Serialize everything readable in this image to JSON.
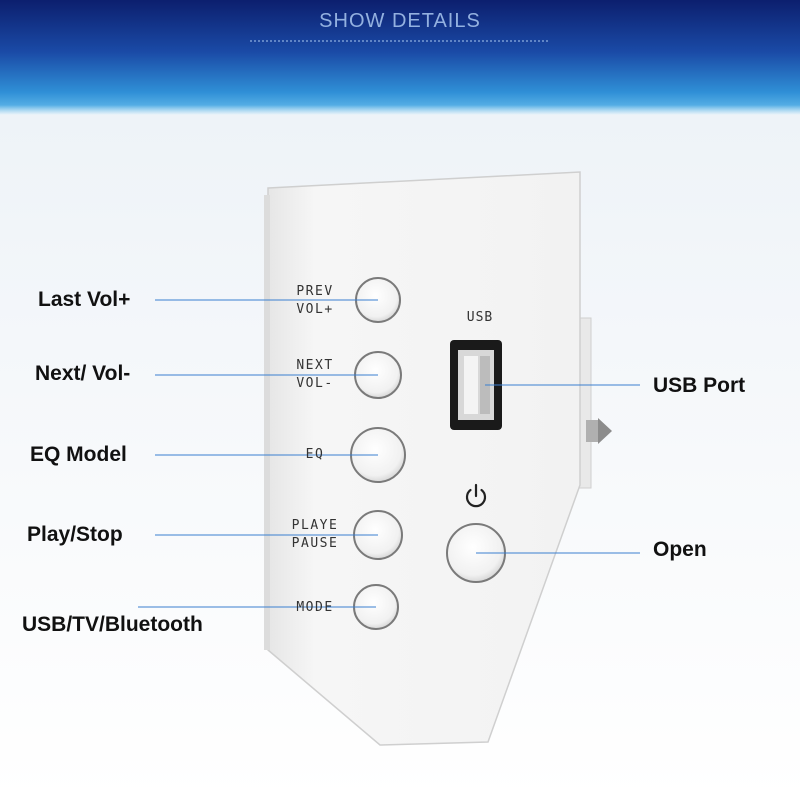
{
  "banner": {
    "title": "SHOW DETAILS"
  },
  "buttons": [
    {
      "label_line1": "PREV",
      "label_line2": "VOL+"
    },
    {
      "label_line1": "NEXT",
      "label_line2": "VOL-"
    },
    {
      "label_line1": "EQ",
      "label_line2": ""
    },
    {
      "label_line1": "PLAYE",
      "label_line2": "PAUSE"
    },
    {
      "label_line1": "MODE",
      "label_line2": ""
    }
  ],
  "usb": {
    "label": "USB"
  },
  "callouts": {
    "left": [
      "Last Vol+",
      "Next/ Vol-",
      "EQ Model",
      "Play/Stop",
      "USB/TV/Bluetooth"
    ],
    "right": [
      "USB Port",
      "Open"
    ]
  },
  "colors": {
    "banner_dark": "#0c1f6e",
    "banner_light": "#2f8fd6",
    "leader_line": "#3a7fd0",
    "device_body": "#f4f4f4"
  },
  "icons": {
    "power": "power-icon"
  }
}
